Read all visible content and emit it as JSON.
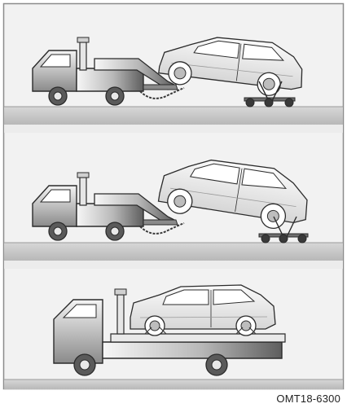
{
  "figure": {
    "code": "OMT18-6300",
    "panels": [
      {
        "method": "wheel-lift-front-with-rear-dollies"
      },
      {
        "method": "wheel-lift-front-with-rear-dollies"
      },
      {
        "method": "flatbed"
      }
    ]
  },
  "colors": {
    "frame": "#8c8c8c",
    "panel_bg": "#f1f1f1",
    "ground_dark": "#b9b9b9",
    "ground_light": "#dcdcdc",
    "truck_light": "#f6f6f6",
    "truck_dark": "#6e6e6e",
    "outline": "#2b2b2b"
  }
}
